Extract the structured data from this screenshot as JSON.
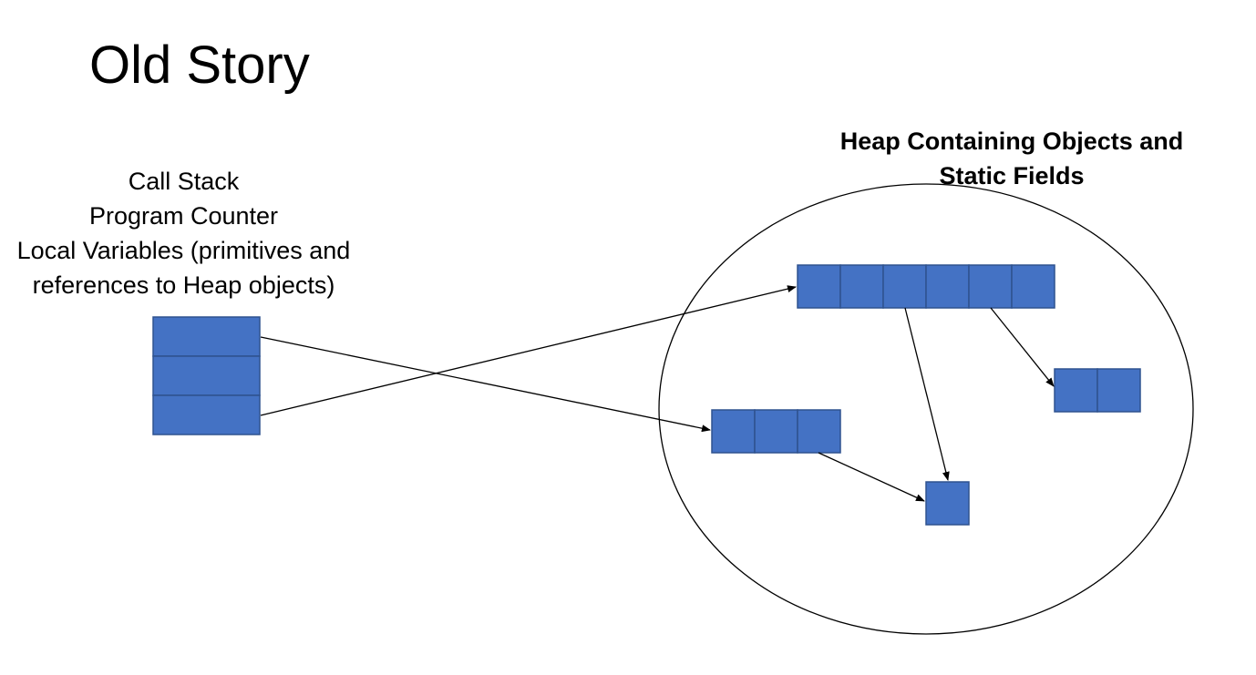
{
  "title": "Old Story",
  "call_stack": {
    "lines": [
      "Call Stack",
      "Program Counter",
      "Local Variables (primitives and",
      "references to Heap objects)"
    ],
    "frame_cells": 3
  },
  "heap": {
    "lines": [
      "Heap Containing Objects and",
      "Static Fields"
    ],
    "objects": {
      "large_array_cells": 6,
      "medium_array_cells": 3,
      "small_array_cells": 2,
      "single_object_cells": 1
    }
  },
  "colors": {
    "cell_fill": "#4472C4",
    "cell_stroke": "#2F528F",
    "line": "#000000"
  }
}
